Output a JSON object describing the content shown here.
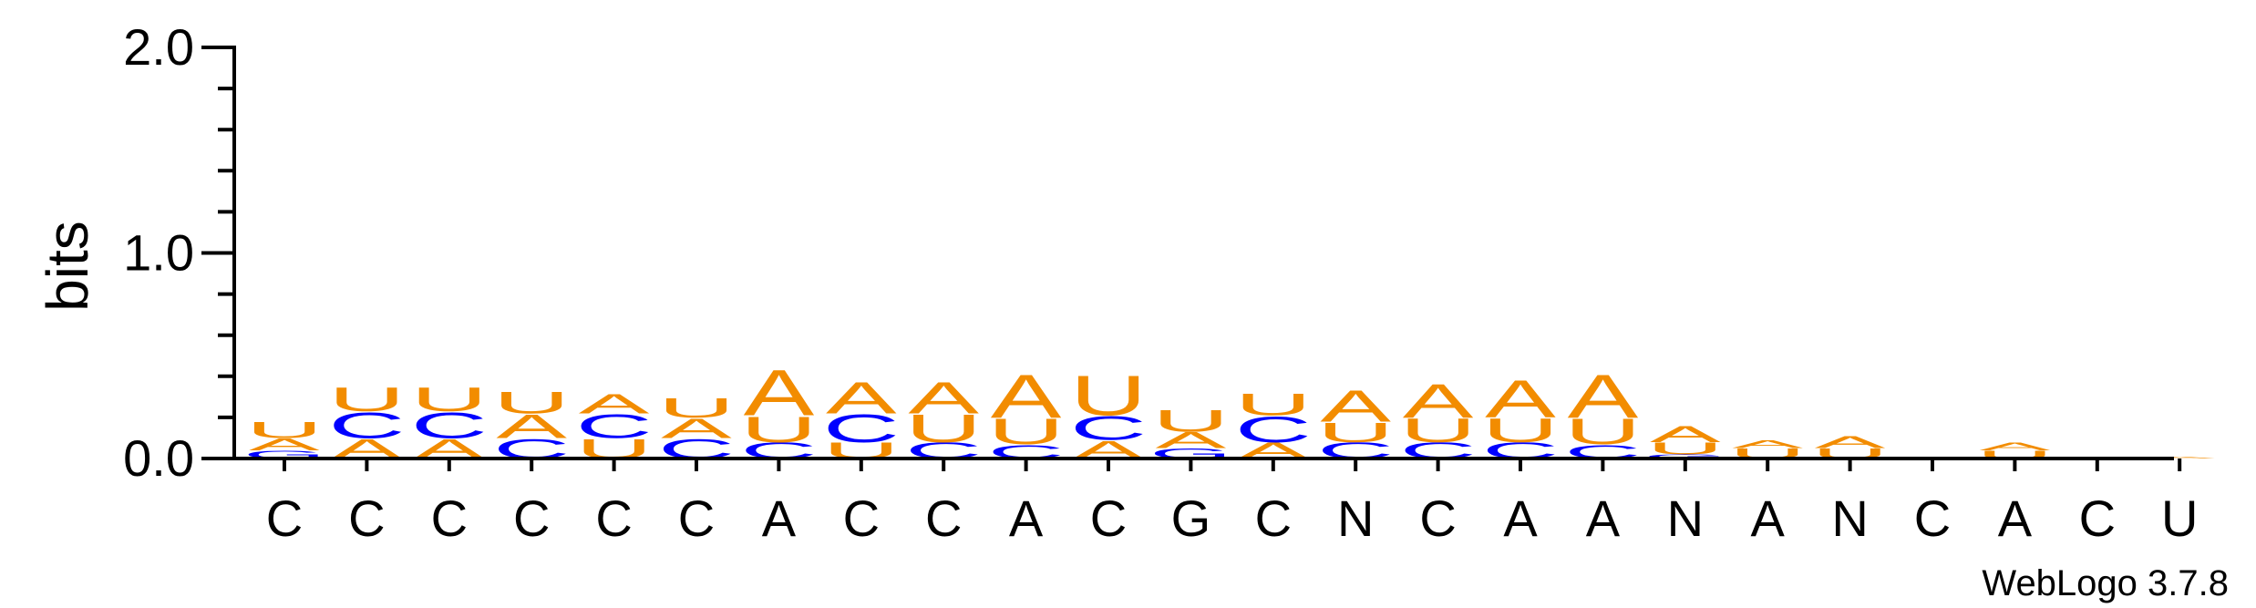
{
  "chart_data": {
    "type": "sequence-logo",
    "ylabel": "bits",
    "ylim": [
      0,
      2.0
    ],
    "yticks": [
      "0.0",
      "1.0",
      "2.0"
    ],
    "credit": "WebLogo 3.7.8",
    "colors": {
      "A": "#f28c00",
      "U": "#f28c00",
      "C": "#0000ff",
      "G": "#0000ff"
    },
    "positions": [
      {
        "label": "C",
        "stack": [
          [
            "G",
            0.04
          ],
          [
            "A",
            0.06
          ],
          [
            "U",
            0.08
          ]
        ]
      },
      {
        "label": "C",
        "stack": [
          [
            "A",
            0.1
          ],
          [
            "C",
            0.13
          ],
          [
            "U",
            0.12
          ]
        ]
      },
      {
        "label": "C",
        "stack": [
          [
            "A",
            0.1
          ],
          [
            "C",
            0.13
          ],
          [
            "U",
            0.12
          ]
        ]
      },
      {
        "label": "C",
        "stack": [
          [
            "C",
            0.1
          ],
          [
            "A",
            0.12
          ],
          [
            "U",
            0.11
          ]
        ]
      },
      {
        "label": "C",
        "stack": [
          [
            "U",
            0.1
          ],
          [
            "C",
            0.12
          ],
          [
            "A",
            0.1
          ]
        ]
      },
      {
        "label": "C",
        "stack": [
          [
            "C",
            0.1
          ],
          [
            "A",
            0.1
          ],
          [
            "U",
            0.1
          ]
        ]
      },
      {
        "label": "A",
        "stack": [
          [
            "C",
            0.08
          ],
          [
            "U",
            0.13
          ],
          [
            "A",
            0.23
          ]
        ]
      },
      {
        "label": "C",
        "stack": [
          [
            "U",
            0.08
          ],
          [
            "C",
            0.14
          ],
          [
            "A",
            0.16
          ]
        ]
      },
      {
        "label": "C",
        "stack": [
          [
            "C",
            0.08
          ],
          [
            "U",
            0.14
          ],
          [
            "A",
            0.16
          ]
        ]
      },
      {
        "label": "A",
        "stack": [
          [
            "C",
            0.07
          ],
          [
            "U",
            0.13
          ],
          [
            "A",
            0.22
          ]
        ]
      },
      {
        "label": "C",
        "stack": [
          [
            "A",
            0.09
          ],
          [
            "C",
            0.12
          ],
          [
            "U",
            0.2
          ]
        ]
      },
      {
        "label": "G",
        "stack": [
          [
            "G",
            0.05
          ],
          [
            "A",
            0.08
          ],
          [
            "U",
            0.11
          ]
        ]
      },
      {
        "label": "C",
        "stack": [
          [
            "A",
            0.08
          ],
          [
            "C",
            0.13
          ],
          [
            "U",
            0.11
          ]
        ]
      },
      {
        "label": "N",
        "stack": [
          [
            "C",
            0.08
          ],
          [
            "U",
            0.1
          ],
          [
            "A",
            0.16
          ]
        ]
      },
      {
        "label": "C",
        "stack": [
          [
            "C",
            0.08
          ],
          [
            "U",
            0.12
          ],
          [
            "A",
            0.17
          ]
        ]
      },
      {
        "label": "A",
        "stack": [
          [
            "C",
            0.08
          ],
          [
            "U",
            0.12
          ],
          [
            "A",
            0.19
          ]
        ]
      },
      {
        "label": "A",
        "stack": [
          [
            "C",
            0.07
          ],
          [
            "U",
            0.13
          ],
          [
            "A",
            0.22
          ]
        ]
      },
      {
        "label": "N",
        "stack": [
          [
            "G",
            0.02
          ],
          [
            "U",
            0.06
          ],
          [
            "A",
            0.08
          ]
        ]
      },
      {
        "label": "A",
        "stack": [
          [
            "U",
            0.05
          ],
          [
            "A",
            0.04
          ]
        ]
      },
      {
        "label": "N",
        "stack": [
          [
            "U",
            0.05
          ],
          [
            "A",
            0.06
          ]
        ]
      },
      {
        "label": "C",
        "stack": [
          [
            "U",
            0.01
          ]
        ]
      },
      {
        "label": "A",
        "stack": [
          [
            "U",
            0.04
          ],
          [
            "A",
            0.04
          ]
        ]
      },
      {
        "label": "C",
        "stack": []
      },
      {
        "label": "U",
        "stack": [
          [
            "A",
            0.01
          ]
        ]
      }
    ]
  }
}
